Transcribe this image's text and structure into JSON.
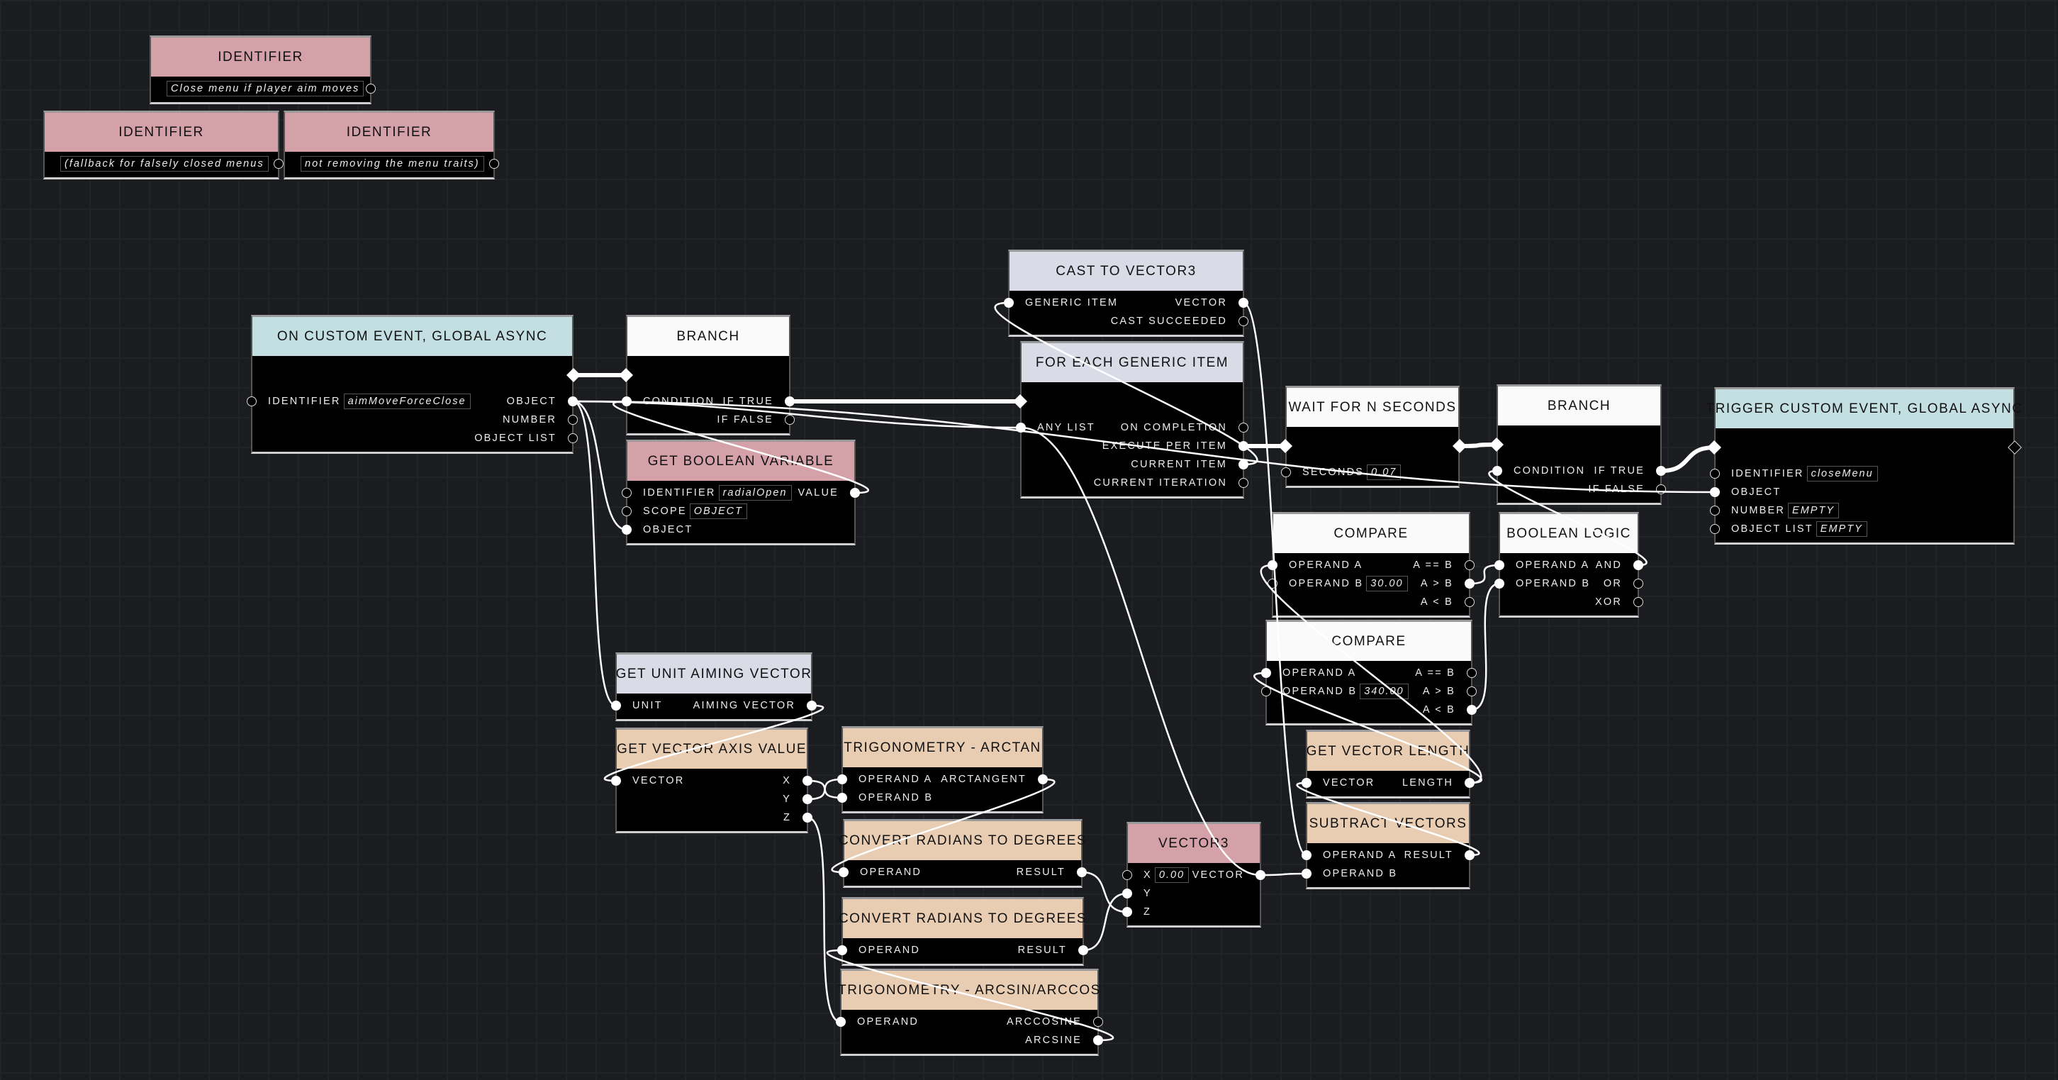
{
  "colors": {
    "pink": "#d4a1a9",
    "teal": "#c3dfe2",
    "lavender": "#d9dbe6",
    "white": "#fafafa",
    "tan": "#e8cdb2"
  },
  "nodes": [
    {
      "id": "ident1",
      "title": "IDENTIFIER",
      "color": "pink",
      "rows": [
        {
          "left": {
            "value": "Close menu if player aim moves"
          },
          "right": {
            "label": "",
            "connected": false
          }
        }
      ]
    },
    {
      "id": "ident2",
      "title": "IDENTIFIER",
      "color": "pink",
      "rows": [
        {
          "left": {
            "value": "(fallback for falsely closed menus"
          },
          "right": {
            "label": "",
            "connected": false
          }
        }
      ]
    },
    {
      "id": "ident3",
      "title": "IDENTIFIER",
      "color": "pink",
      "rows": [
        {
          "left": {
            "value": "not removing the menu traits)"
          },
          "right": {
            "label": "",
            "connected": false
          }
        }
      ]
    },
    {
      "id": "event",
      "title": "ON CUSTOM EVENT, GLOBAL ASYNC",
      "color": "teal",
      "exec_out": true,
      "exec_out_connected": true,
      "rows": [
        {
          "left": {
            "label": "IDENTIFIER",
            "value": "aimMoveForceClose",
            "connected": false
          },
          "right": {
            "label": "OBJECT",
            "connected": true
          }
        },
        {
          "right": {
            "label": "NUMBER",
            "connected": false
          }
        },
        {
          "right": {
            "label": "OBJECT LIST",
            "connected": false
          }
        }
      ]
    },
    {
      "id": "branch1",
      "title": "BRANCH",
      "color": "white",
      "exec_in": true,
      "exec_in_connected": true,
      "rows": [
        {
          "left": {
            "label": "CONDITION",
            "connected": true
          },
          "right": {
            "label": "IF TRUE",
            "connected": true
          }
        },
        {
          "right": {
            "label": "IF FALSE",
            "connected": false
          }
        }
      ]
    },
    {
      "id": "boolvar",
      "title": "GET BOOLEAN VARIABLE",
      "color": "pink",
      "rows": [
        {
          "left": {
            "label": "IDENTIFIER",
            "value": "radialOpen",
            "connected": false
          },
          "right": {
            "label": "VALUE",
            "connected": true
          }
        },
        {
          "left": {
            "label": "SCOPE",
            "value": "OBJECT",
            "connected": false
          }
        },
        {
          "left": {
            "label": "OBJECT",
            "connected": true
          }
        }
      ]
    },
    {
      "id": "cast",
      "title": "CAST TO VECTOR3",
      "color": "lavender",
      "rows": [
        {
          "left": {
            "label": "GENERIC ITEM",
            "connected": true
          },
          "right": {
            "label": "VECTOR",
            "connected": true
          }
        },
        {
          "right": {
            "label": "CAST SUCCEEDED",
            "connected": false
          }
        }
      ]
    },
    {
      "id": "foreach",
      "title": "FOR EACH GENERIC ITEM",
      "color": "lavender",
      "exec_in": true,
      "exec_in_connected": true,
      "rows": [
        {
          "left": {
            "label": "ANY LIST",
            "connected": true
          },
          "right": {
            "label": "ON COMPLETION",
            "connected": false
          }
        },
        {
          "right": {
            "label": "EXECUTE PER ITEM",
            "connected": true
          }
        },
        {
          "right": {
            "label": "CURRENT ITEM",
            "connected": true
          }
        },
        {
          "right": {
            "label": "CURRENT ITERATION",
            "connected": false
          }
        }
      ]
    },
    {
      "id": "wait",
      "title": "WAIT FOR N SECONDS",
      "color": "white",
      "exec_in": true,
      "exec_in_connected": true,
      "exec_out": true,
      "exec_out_connected": true,
      "rows": [
        {
          "left": {
            "label": "SECONDS",
            "value": "0.07",
            "connected": false
          }
        }
      ]
    },
    {
      "id": "branch2",
      "title": "BRANCH",
      "color": "white",
      "exec_in": true,
      "exec_in_connected": true,
      "rows": [
        {
          "left": {
            "label": "CONDITION",
            "connected": true
          },
          "right": {
            "label": "IF TRUE",
            "connected": true
          }
        },
        {
          "right": {
            "label": "IF FALSE",
            "connected": false
          }
        }
      ]
    },
    {
      "id": "trigger",
      "title": "TRIGGER CUSTOM EVENT, GLOBAL ASYNC",
      "color": "teal",
      "exec_in": true,
      "exec_in_connected": true,
      "exec_out": true,
      "exec_out_connected": false,
      "rows": [
        {
          "left": {
            "label": "IDENTIFIER",
            "value": "closeMenu",
            "connected": false
          }
        },
        {
          "left": {
            "label": "OBJECT",
            "connected": true
          }
        },
        {
          "left": {
            "label": "NUMBER",
            "value": "EMPTY",
            "connected": false
          }
        },
        {
          "left": {
            "label": "OBJECT LIST",
            "value": "EMPTY",
            "connected": false
          }
        }
      ]
    },
    {
      "id": "compare1",
      "title": "COMPARE",
      "color": "white",
      "rows": [
        {
          "left": {
            "label": "OPERAND A",
            "connected": true
          },
          "right": {
            "label": "A == B",
            "connected": false
          }
        },
        {
          "left": {
            "label": "OPERAND B",
            "value": "30.00",
            "connected": false
          },
          "right": {
            "label": "A > B",
            "connected": true
          }
        },
        {
          "right": {
            "label": "A < B",
            "connected": false
          }
        }
      ]
    },
    {
      "id": "boollogic",
      "title": "BOOLEAN LOGIC",
      "color": "white",
      "rows": [
        {
          "left": {
            "label": "OPERAND A",
            "connected": true
          },
          "right": {
            "label": "AND",
            "connected": true
          }
        },
        {
          "left": {
            "label": "OPERAND B",
            "connected": true
          },
          "right": {
            "label": "OR",
            "connected": false
          }
        },
        {
          "right": {
            "label": "XOR",
            "connected": false
          }
        }
      ]
    },
    {
      "id": "compare2",
      "title": "COMPARE",
      "color": "white",
      "rows": [
        {
          "left": {
            "label": "OPERAND A",
            "connected": true
          },
          "right": {
            "label": "A == B",
            "connected": false
          }
        },
        {
          "left": {
            "label": "OPERAND B",
            "value": "340.00",
            "connected": false
          },
          "right": {
            "label": "A > B",
            "connected": false
          }
        },
        {
          "right": {
            "label": "A < B",
            "connected": true
          }
        }
      ]
    },
    {
      "id": "length",
      "title": "GET VECTOR LENGTH",
      "color": "tan",
      "rows": [
        {
          "left": {
            "label": "VECTOR",
            "connected": true
          },
          "right": {
            "label": "LENGTH",
            "connected": true
          }
        }
      ]
    },
    {
      "id": "subtract",
      "title": "SUBTRACT VECTORS",
      "color": "tan",
      "rows": [
        {
          "left": {
            "label": "OPERAND A",
            "connected": true
          },
          "right": {
            "label": "RESULT",
            "connected": true
          }
        },
        {
          "left": {
            "label": "OPERAND B",
            "connected": true
          }
        }
      ]
    },
    {
      "id": "aim",
      "title": "GET UNIT AIMING VECTOR",
      "color": "lavender",
      "rows": [
        {
          "left": {
            "label": "UNIT",
            "connected": true
          },
          "right": {
            "label": "AIMING VECTOR",
            "connected": true
          }
        }
      ]
    },
    {
      "id": "axis",
      "title": "GET VECTOR AXIS VALUE",
      "color": "tan",
      "rows": [
        {
          "left": {
            "label": "VECTOR",
            "connected": true
          },
          "right": {
            "label": "X",
            "connected": true
          }
        },
        {
          "right": {
            "label": "Y",
            "connected": true
          }
        },
        {
          "right": {
            "label": "Z",
            "connected": true
          }
        }
      ]
    },
    {
      "id": "arctan",
      "title": "TRIGONOMETRY - ARCTAN",
      "color": "tan",
      "rows": [
        {
          "left": {
            "label": "OPERAND A",
            "connected": true
          },
          "right": {
            "label": "ARCTANGENT",
            "connected": true
          }
        },
        {
          "left": {
            "label": "OPERAND B",
            "connected": true
          }
        }
      ]
    },
    {
      "id": "convert1",
      "title": "CONVERT RADIANS TO DEGREES",
      "color": "tan",
      "rows": [
        {
          "left": {
            "label": "OPERAND",
            "connected": true
          },
          "right": {
            "label": "RESULT",
            "connected": true
          }
        }
      ]
    },
    {
      "id": "convert2",
      "title": "CONVERT RADIANS TO DEGREES",
      "color": "tan",
      "rows": [
        {
          "left": {
            "label": "OPERAND",
            "connected": true
          },
          "right": {
            "label": "RESULT",
            "connected": true
          }
        }
      ]
    },
    {
      "id": "arcsin",
      "title": "TRIGONOMETRY - ARCSIN/ARCCOS",
      "color": "tan",
      "rows": [
        {
          "left": {
            "label": "OPERAND",
            "connected": true
          },
          "right": {
            "label": "ARCCOSINE",
            "connected": false
          }
        },
        {
          "right": {
            "label": "ARCSINE",
            "connected": true
          }
        }
      ]
    },
    {
      "id": "vector3",
      "title": "VECTOR3",
      "color": "pink",
      "rows": [
        {
          "left": {
            "label": "X",
            "value": "0.00",
            "connected": false
          },
          "right": {
            "label": "VECTOR",
            "connected": true
          }
        },
        {
          "left": {
            "label": "Y",
            "connected": true
          }
        },
        {
          "left": {
            "label": "Z",
            "connected": true
          }
        }
      ]
    }
  ]
}
